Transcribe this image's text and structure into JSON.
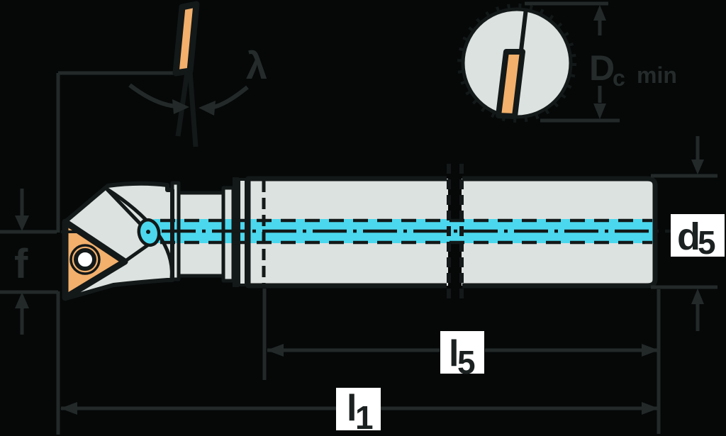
{
  "drawing": {
    "angle_detail": {
      "label": "λ"
    },
    "end_view": {
      "dim_base": "D",
      "dim_sub": "c",
      "dim_suffix": "min"
    },
    "side_view": {
      "dim_f": "f",
      "dim_d_base": "d",
      "dim_d_sub": "5",
      "dim_l5_base": "l",
      "dim_l5_sub": "5",
      "dim_l1_base": "l",
      "dim_l1_sub": "1"
    }
  },
  "colors": {
    "background": "#060808",
    "dimension_ink": "#232929",
    "drawing_outline": "#131818",
    "tool_body_gray": "#dce2e0",
    "insert_orange": "#f2b06c",
    "coolant_cyan": "#4bd8ee",
    "label_background": "#ffffff"
  }
}
